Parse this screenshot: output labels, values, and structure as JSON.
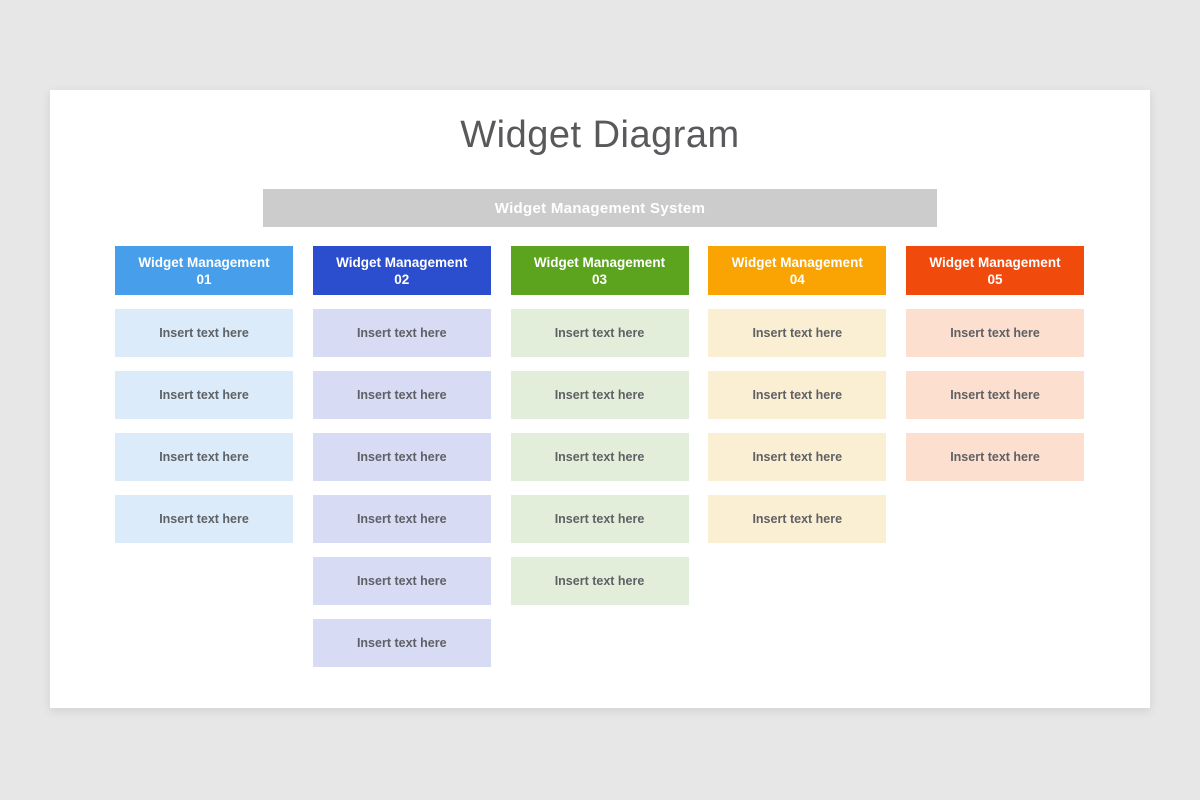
{
  "title": "Widget Diagram",
  "title_color": "#59595c",
  "background_color": "#e8e7e7",
  "card_color": "#ffffff",
  "banner": {
    "label": "Widget Management System",
    "bg": "#cccccc",
    "text_color": "#ffffff"
  },
  "columns": [
    {
      "header_line1": "Widget Management",
      "header_line2": "01",
      "header_bg": "#479fec",
      "item_bg": "#dcebf9",
      "items": [
        "Insert text here",
        "Insert text here",
        "Insert text here",
        "Insert text here"
      ]
    },
    {
      "header_line1": "Widget Management",
      "header_line2": "02",
      "header_bg": "#2b4ecf",
      "item_bg": "#d7dbf4",
      "items": [
        "Insert text here",
        "Insert text here",
        "Insert text here",
        "Insert text here",
        "Insert text here",
        "Insert text here"
      ]
    },
    {
      "header_line1": "Widget Management",
      "header_line2": "03",
      "header_bg": "#5ca41e",
      "item_bg": "#e3eeda",
      "items": [
        "Insert text here",
        "Insert text here",
        "Insert text here",
        "Insert text here",
        "Insert text here"
      ]
    },
    {
      "header_line1": "Widget Management",
      "header_line2": "04",
      "header_bg": "#f9a402",
      "item_bg": "#fbefd3",
      "items": [
        "Insert text here",
        "Insert text here",
        "Insert text here",
        "Insert text here"
      ]
    },
    {
      "header_line1": "Widget Management",
      "header_line2": "05",
      "header_bg": "#f04b0d",
      "item_bg": "#fcdfcf",
      "items": [
        "Insert text here",
        "Insert text here",
        "Insert text here"
      ]
    }
  ]
}
